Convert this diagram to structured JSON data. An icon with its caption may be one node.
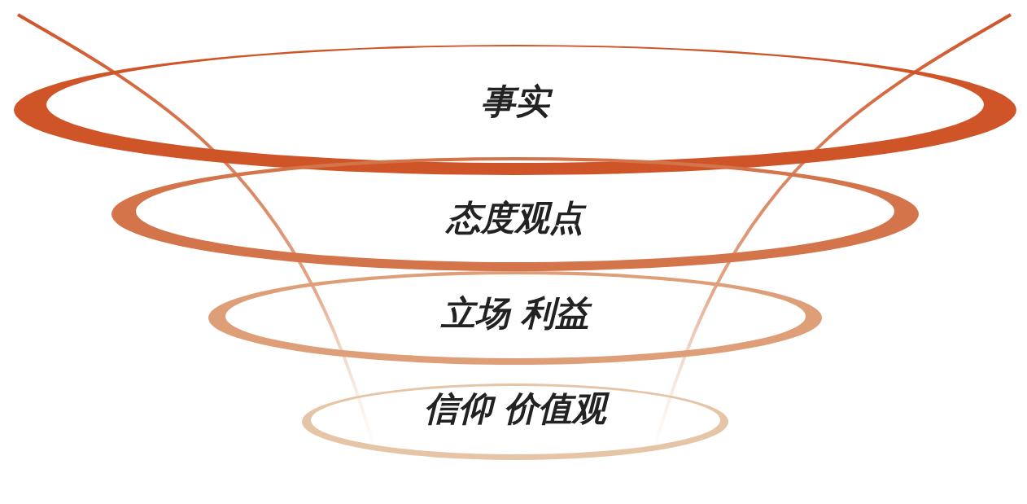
{
  "diagram": {
    "nodes": [
      {
        "text": [
          "事实"
        ]
      },
      {
        "text": [
          "态度观点"
        ]
      },
      {
        "text": [
          "立场 利益"
        ]
      },
      {
        "text": [
          "信仰 价值观"
        ]
      }
    ]
  }
}
